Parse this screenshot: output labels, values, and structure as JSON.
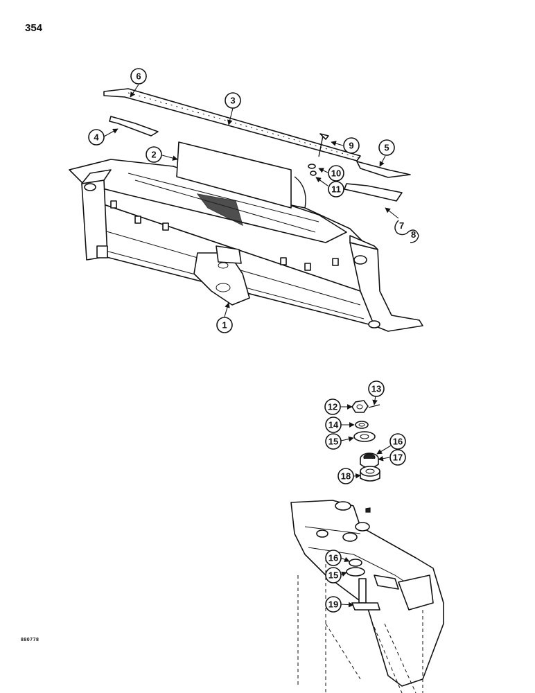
{
  "page": {
    "number": "354",
    "figure_code": "880778"
  },
  "callouts": [
    {
      "id": "1",
      "label": "1"
    },
    {
      "id": "2",
      "label": "2"
    },
    {
      "id": "3",
      "label": "3"
    },
    {
      "id": "4",
      "label": "4"
    },
    {
      "id": "5",
      "label": "5"
    },
    {
      "id": "6",
      "label": "6"
    },
    {
      "id": "7",
      "label": "7"
    },
    {
      "id": "8",
      "label": "8"
    },
    {
      "id": "9",
      "label": "9"
    },
    {
      "id": "10",
      "label": "10"
    },
    {
      "id": "11",
      "label": "11"
    },
    {
      "id": "12",
      "label": "12"
    },
    {
      "id": "13",
      "label": "13"
    },
    {
      "id": "14",
      "label": "14"
    },
    {
      "id": "15",
      "label": "15"
    },
    {
      "id": "16",
      "label": "16"
    },
    {
      "id": "17",
      "label": "17"
    },
    {
      "id": "18",
      "label": "18"
    },
    {
      "id": "16b",
      "label": "16"
    },
    {
      "id": "15b",
      "label": "15"
    },
    {
      "id": "19",
      "label": "19"
    }
  ]
}
